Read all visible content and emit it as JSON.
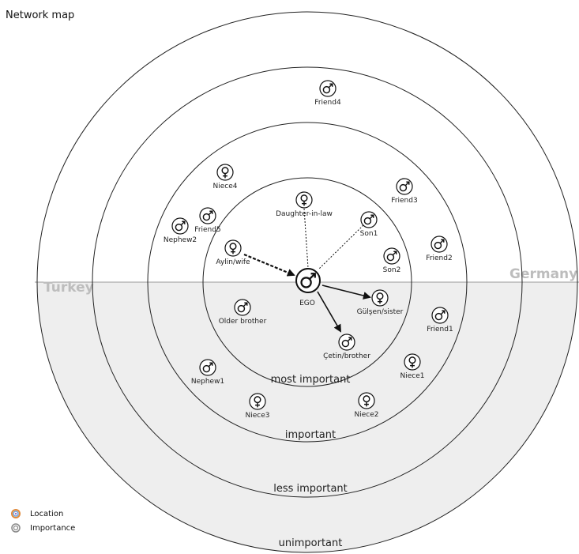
{
  "title": "Network map",
  "locations": {
    "top": "Germany",
    "bottom": "Turkey"
  },
  "rings": [
    "most important",
    "important",
    "less important",
    "unimportant"
  ],
  "ego": {
    "label": "EGO",
    "icon": "male-icon"
  },
  "nodes": [
    {
      "label": "Friend5",
      "icon": "male-icon"
    },
    {
      "label": "Friend4",
      "icon": "male-icon"
    },
    {
      "label": "Niece4",
      "icon": "female-icon"
    },
    {
      "label": "Friend3",
      "icon": "male-icon"
    },
    {
      "label": "Daughter-in-law",
      "icon": "female-icon"
    },
    {
      "label": "Son1",
      "icon": "male-icon"
    },
    {
      "label": "Nephew2",
      "icon": "male-icon"
    },
    {
      "label": "Friend2",
      "icon": "male-icon"
    },
    {
      "label": "Aylin/wife",
      "icon": "female-icon"
    },
    {
      "label": "Son2",
      "icon": "male-icon"
    },
    {
      "label": "Older brother",
      "icon": "male-icon"
    },
    {
      "label": "Gülşen/sister",
      "icon": "female-icon"
    },
    {
      "label": "Friend1",
      "icon": "male-icon"
    },
    {
      "label": "Çetin/brother",
      "icon": "male-icon"
    },
    {
      "label": "Niece1",
      "icon": "female-icon"
    },
    {
      "label": "Nephew1",
      "icon": "male-icon"
    },
    {
      "label": "Niece3",
      "icon": "female-icon"
    },
    {
      "label": "Niece2",
      "icon": "female-icon"
    }
  ],
  "edges": [
    {
      "from": "Aylin/wife",
      "to": "EGO",
      "style": "thick-dashed"
    },
    {
      "from": "Daughter-in-law",
      "to": "EGO",
      "style": "dotted"
    },
    {
      "from": "Son1",
      "to": "EGO",
      "style": "dotted"
    },
    {
      "from": "EGO",
      "to": "Gülşen/sister",
      "style": "solid"
    },
    {
      "from": "EGO",
      "to": "Çetin/brother",
      "style": "solid"
    }
  ],
  "legend": [
    {
      "label": "Location",
      "icon": "location-icon"
    },
    {
      "label": "Importance",
      "icon": "importance-icon"
    }
  ],
  "colors": {
    "turkey_fill": "#eeeeee",
    "ring_stroke": "#222222",
    "location_text": "#bdbdbd"
  }
}
